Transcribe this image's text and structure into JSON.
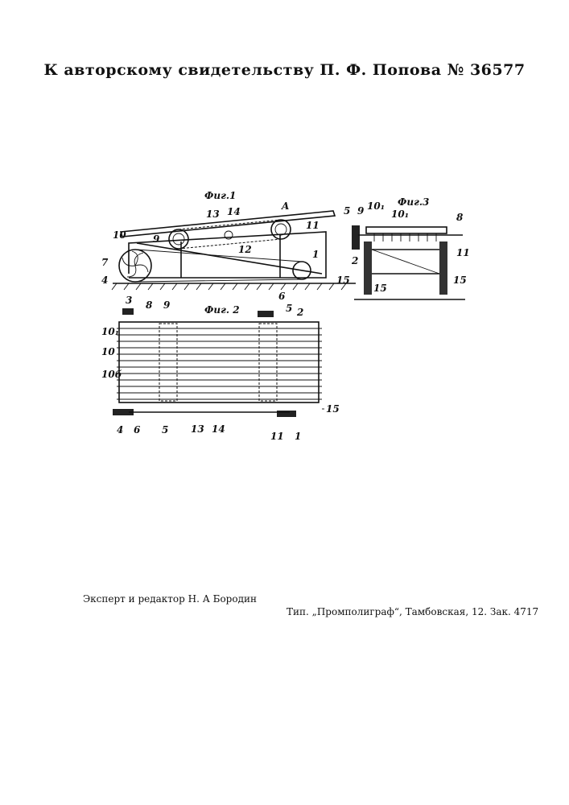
{
  "header": {
    "title": "К авторскому свидетельству П. Ф. Попова № 36577"
  },
  "figures": {
    "fig1": "Фиг.1",
    "fig2": "Фиг. 2",
    "fig3": "Фиг.3"
  },
  "labels": {
    "fig1": [
      "10",
      "13",
      "14",
      "A",
      "11",
      "9",
      "12",
      "7",
      "4",
      "1",
      "15",
      "6"
    ],
    "fig2": [
      "3",
      "8",
      "9",
      "5",
      "2",
      "10₁",
      "10",
      "10б",
      "4",
      "6",
      "5",
      "13",
      "14",
      "11",
      "1",
      "15"
    ],
    "fig3": [
      "5",
      "9",
      "10₁",
      "10₁",
      "8",
      "2",
      "11",
      "15",
      "15"
    ]
  },
  "footer": {
    "left": "Эксперт и редактор Н. А Бородин",
    "right": "Тип. „Промполиграф“, Тамбовская, 12. Зак. 4717"
  }
}
